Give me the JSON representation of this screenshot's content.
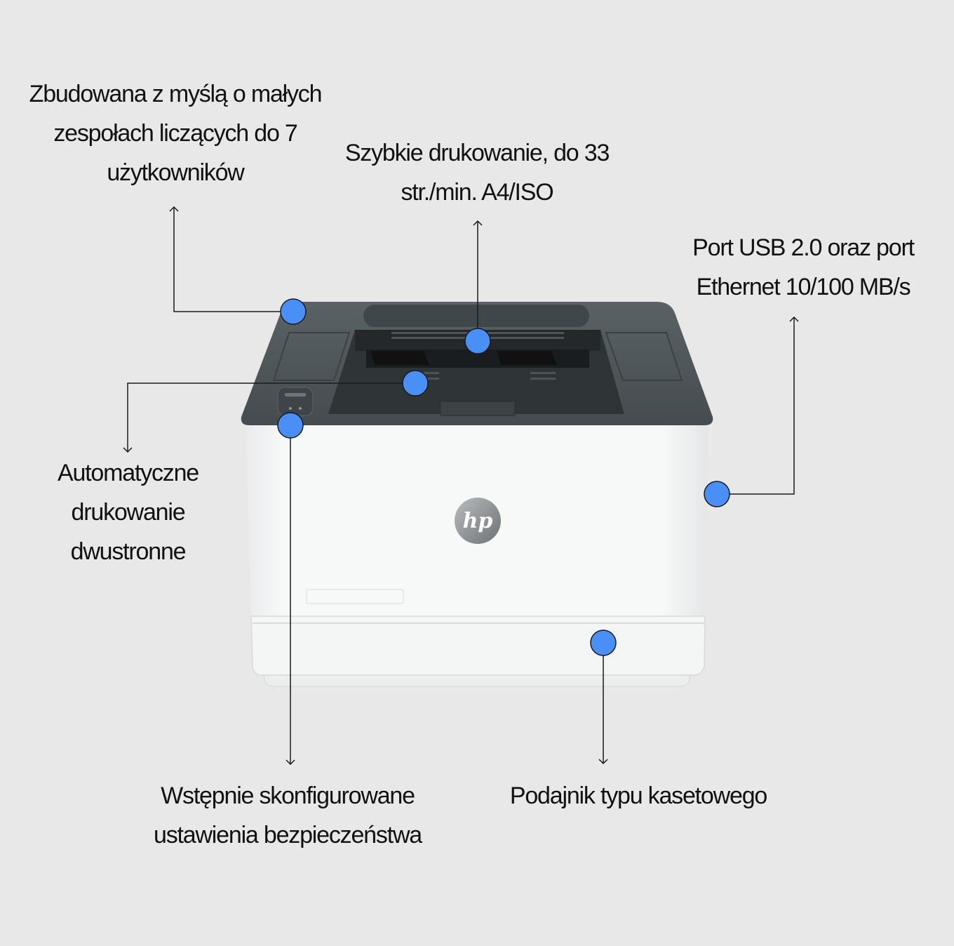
{
  "callouts": {
    "users": [
      "Zbudowana z myślą o małych",
      "zespołach liczących do 7",
      "użytkowników"
    ],
    "speed": [
      "Szybkie drukowanie, do 33",
      "str./min. A4/ISO"
    ],
    "ports": [
      "Port USB 2.0 oraz port",
      "Ethernet 10/100 MB/s"
    ],
    "duplex": [
      "Automatyczne",
      "drukowanie",
      "dwustronne"
    ],
    "security": [
      "Wstępnie skonfigurowane",
      "ustawienia bezpieczeństwa"
    ],
    "tray": [
      "Podajnik typu kasetowego"
    ]
  },
  "logo_text": "hp",
  "colors": {
    "background": "#e8e8e8",
    "marker": "#4a8ff5",
    "printer_top": "#4d5458",
    "printer_body": "#f6f7f7",
    "line": "#1a1a1a"
  }
}
